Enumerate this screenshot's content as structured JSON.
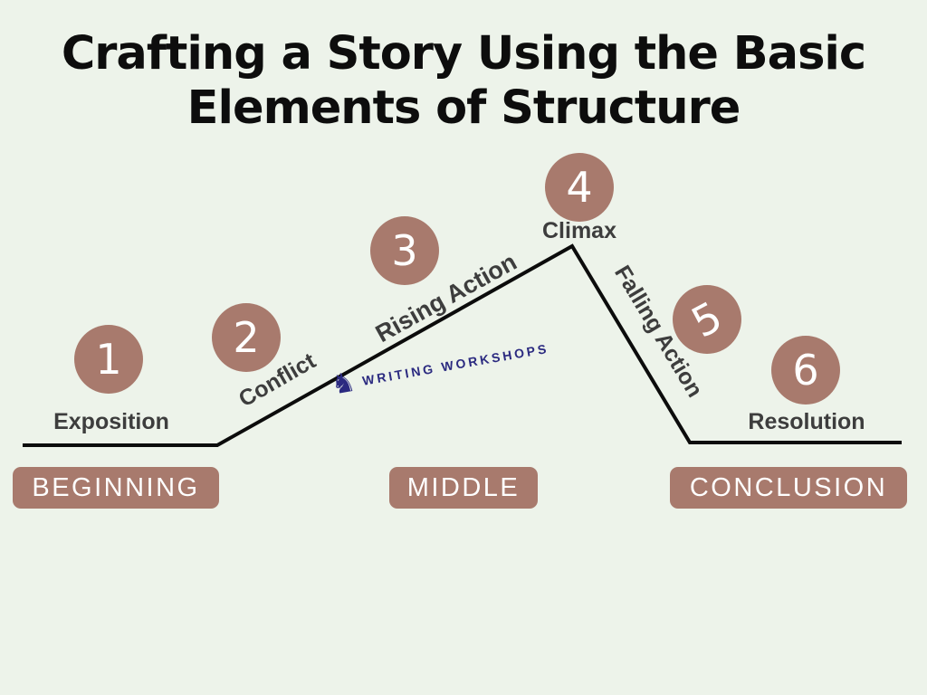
{
  "title": {
    "line1": "Crafting a Story Using the Basic",
    "line2": "Elements of Structure"
  },
  "colors": {
    "background": "#edf3ea",
    "accent": "#a87a6d",
    "line": "#0c0c0c",
    "label": "#3d3d3d",
    "logo": "#2b2a80",
    "badge_text": "#ffffff"
  },
  "stages": [
    {
      "number": "1",
      "label": "Exposition"
    },
    {
      "number": "2",
      "label": "Conflict"
    },
    {
      "number": "3",
      "label": "Rising Action"
    },
    {
      "number": "4",
      "label": "Climax"
    },
    {
      "number": "5",
      "label": "Falling Action"
    },
    {
      "number": "6",
      "label": "Resolution"
    }
  ],
  "sections": [
    {
      "label": "BEGINNING"
    },
    {
      "label": "MIDDLE"
    },
    {
      "label": "CONCLUSION"
    }
  ],
  "logo": {
    "text": "WRITING WORKSHOPS",
    "icon": "pegasus-icon",
    "icon_glyph": "♞"
  }
}
